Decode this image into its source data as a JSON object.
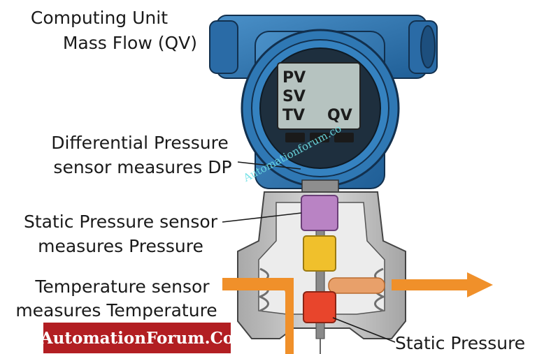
{
  "labels": {
    "computing_unit_line1": "Computing Unit",
    "computing_unit_line2": "Mass Flow  (QV)",
    "dp_sensor_line1": "Differential Pressure",
    "dp_sensor_line2": "sensor measures DP",
    "static_sensor_line1": "Static Pressure sensor",
    "static_sensor_line2": "measures Pressure",
    "temp_sensor_line1": "Temperature sensor",
    "temp_sensor_line2": "measures Temperature",
    "static_pressure": "Static Pressure"
  },
  "display": {
    "pv": "PV",
    "sv": "SV",
    "tv": "TV",
    "qv": "QV"
  },
  "branding": {
    "logo_text": "AutomationForum.Co",
    "watermark": "Automationforum.co"
  },
  "colors": {
    "housing_blue": "#2f78b4",
    "lcd_screen": "#b6c3c0",
    "flange_gray": "#c4c4c4",
    "purple_sensor": "#b983c4",
    "yellow_sensor": "#f0c02c",
    "red_sensor": "#e8452c",
    "orange_flow": "#f0902a",
    "brand_red": "#b21e22"
  }
}
